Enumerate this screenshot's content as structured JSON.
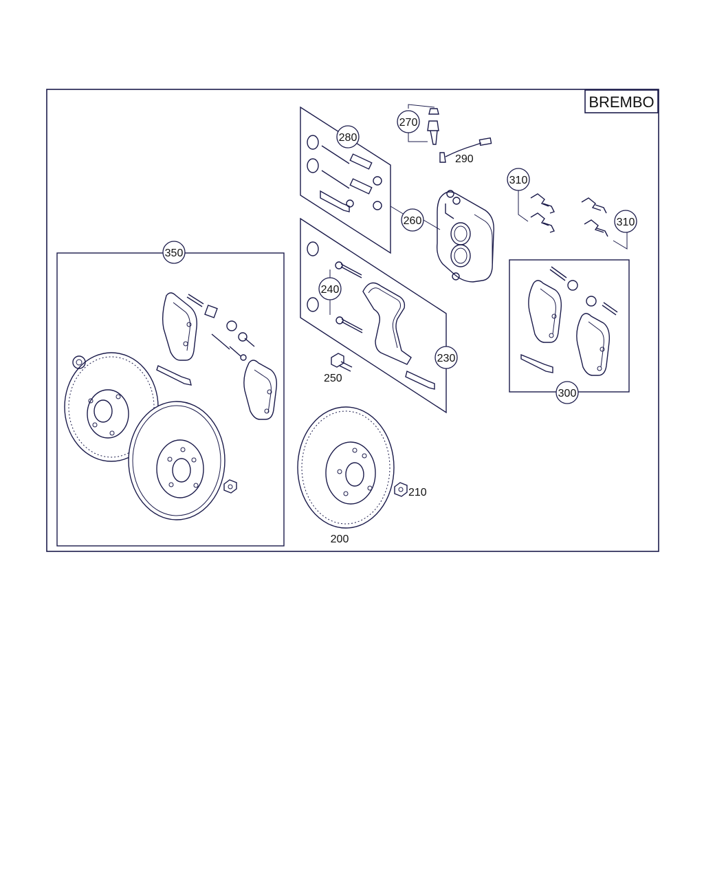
{
  "brand_label": "BREMBO",
  "callouts": {
    "c350": "350",
    "c280": "280",
    "c270": "270",
    "c290": "290",
    "c260": "260",
    "c240": "240",
    "c230": "230",
    "c250": "250",
    "c310a": "310",
    "c310b": "310",
    "c300": "300",
    "c200": "200",
    "c210": "210"
  },
  "colors": {
    "line": "#1a1a4a",
    "background": "#ffffff",
    "text": "#111111"
  }
}
